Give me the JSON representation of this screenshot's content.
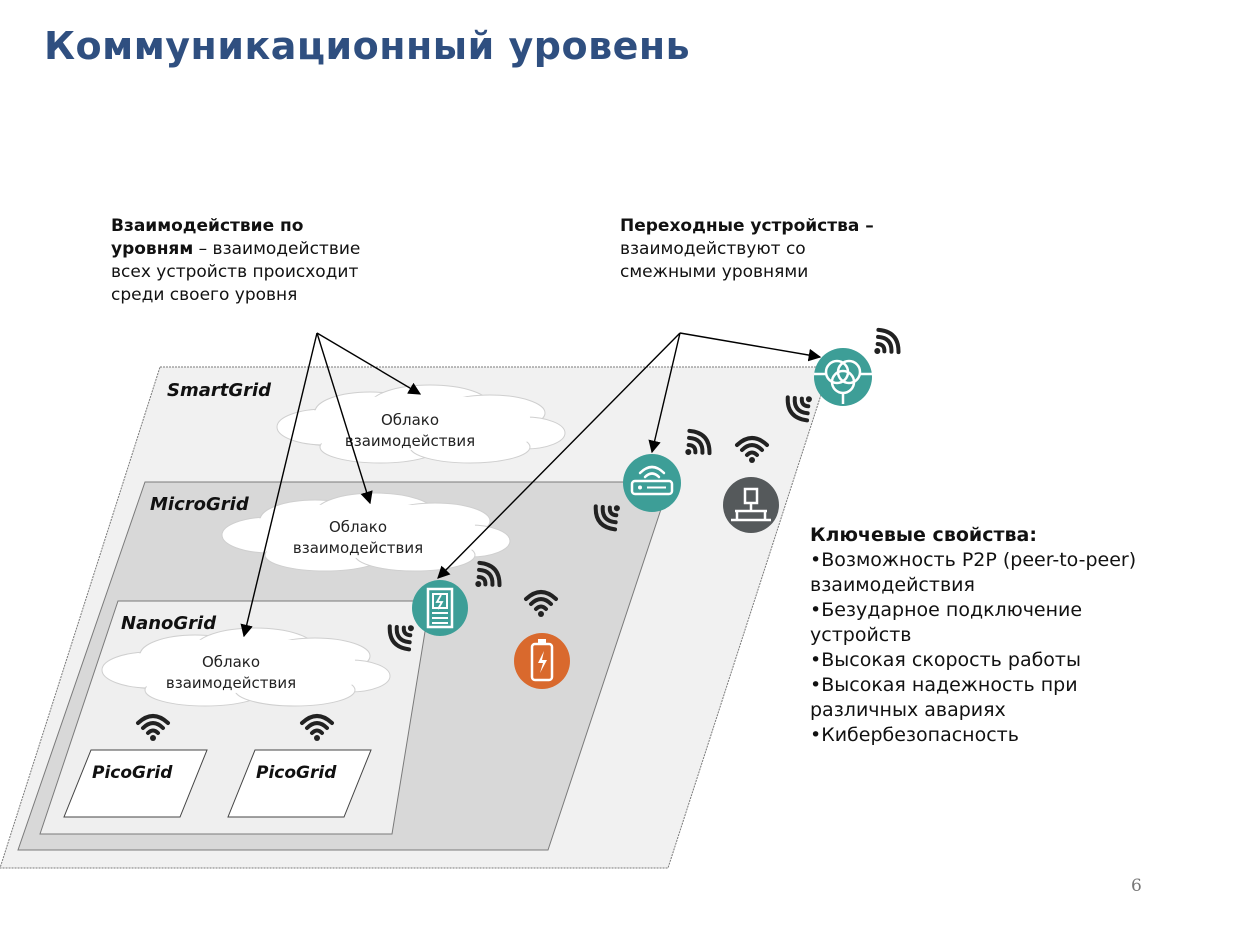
{
  "title": "Коммуникационный уровень",
  "notes": {
    "levels_bold_1": "Взаимодействие  по",
    "levels_bold_2": "уровням",
    "levels_rest_1": " – взаимодействие",
    "levels_line_3": "всех устройств происходит",
    "levels_line_4": "среди своего уровня",
    "transition_bold": "Переходные устройства",
    "transition_dash": " –",
    "transition_line_2": "взаимодействуют со",
    "transition_line_3": "смежными уровнями"
  },
  "levels": {
    "smartgrid": "SmartGrid",
    "microgrid": "MicroGrid",
    "nanogrid": "NanoGrid",
    "picogrid_1": "PicoGrid",
    "picogrid_2": "PicoGrid"
  },
  "clouds": {
    "line1": "Облако",
    "line2": "взаимодействия"
  },
  "properties": {
    "heading": "Ключевые свойства:",
    "items": [
      "•Возможность P2P (peer-to-peer)",
      "взаимодействия",
      "•Безударное подключение",
      "устройств",
      "•Высокая скорость работы",
      "•Высокая надежность при",
      "различных авариях",
      "•Кибербезопасность"
    ]
  },
  "page_number": "6",
  "colors": {
    "title": "#2f4f80",
    "teal": "#3d9e97",
    "gray_device": "#55595b",
    "orange": "#d9692d"
  },
  "icons": [
    "router-icon",
    "substation-icon",
    "transformer-icon",
    "meter-icon",
    "battery-icon",
    "wifi-icon"
  ]
}
